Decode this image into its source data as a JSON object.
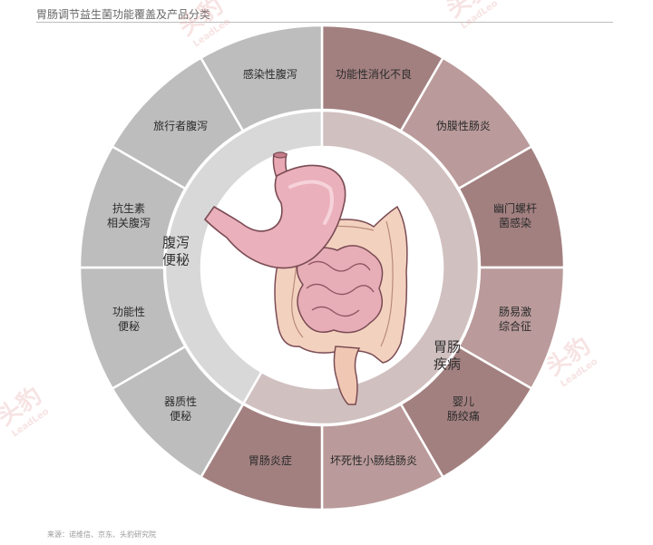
{
  "header": {
    "title": "胃肠调节益生菌功能覆盖及产品分类"
  },
  "source": {
    "text": "来源：诺维信、京东、头豹研究院"
  },
  "watermark": {
    "text": "头豹",
    "subtext": "LeadLeo"
  },
  "colors": {
    "left_outer": "#bdbdbd",
    "left_inner": "#d8d8d8",
    "right_outer_dark": "#a38080",
    "right_outer_light": "#ba9a9a",
    "right_inner": "#d1c0c0",
    "divider": "#ffffff"
  },
  "categories": [
    {
      "label_lines": [
        "腹泻",
        "便秘"
      ]
    },
    {
      "label_lines": [
        "胃肠",
        "疾病"
      ]
    }
  ],
  "segments": [
    {
      "label_lines": [
        "功能性消化不良"
      ]
    },
    {
      "label_lines": [
        "伪膜性肠炎"
      ]
    },
    {
      "label_lines": [
        "幽门螺杆",
        "菌感染"
      ]
    },
    {
      "label_lines": [
        "肠易激",
        "综合征"
      ]
    },
    {
      "label_lines": [
        "婴儿",
        "肠绞痛"
      ]
    },
    {
      "label_lines": [
        "坏死性小肠结肠炎"
      ]
    },
    {
      "label_lines": [
        "胃肠炎症"
      ]
    },
    {
      "label_lines": [
        "器质性",
        "便秘"
      ]
    },
    {
      "label_lines": [
        "功能性",
        "便秘"
      ]
    },
    {
      "label_lines": [
        "抗生素",
        "相关腹泻"
      ]
    },
    {
      "label_lines": [
        "旅行者腹泻"
      ]
    },
    {
      "label_lines": [
        "感染性腹泻"
      ]
    }
  ]
}
